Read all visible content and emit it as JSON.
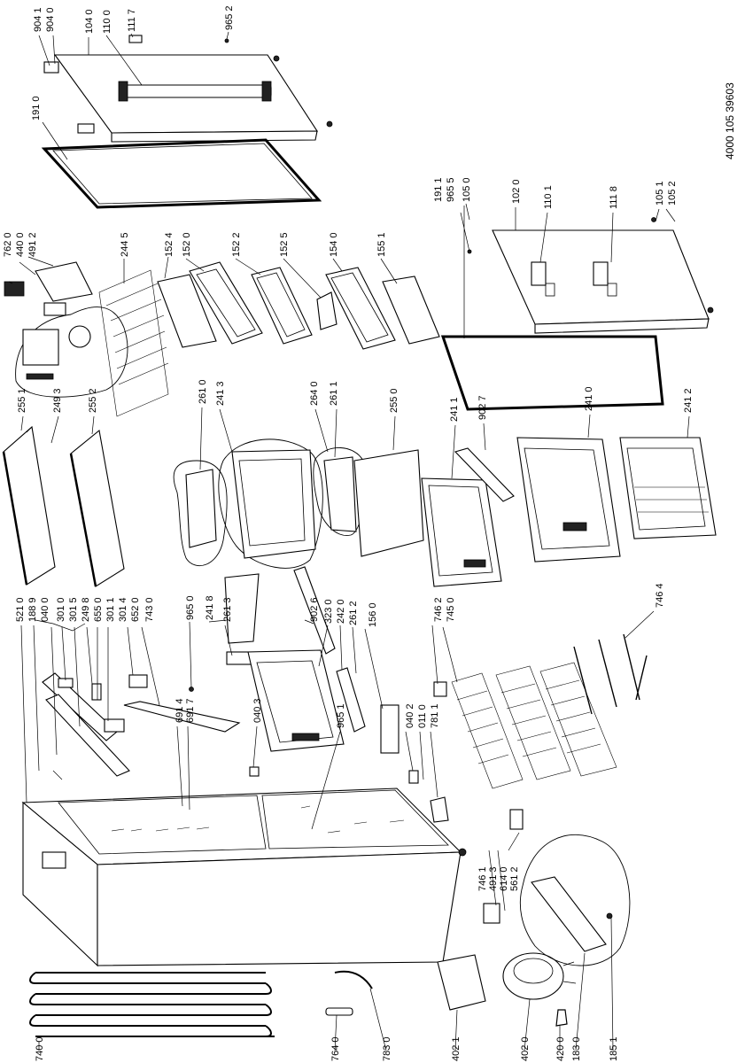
{
  "document_number": "4000 105 39603",
  "labels": {
    "l904_1": "904 1",
    "l904_0": "904 0",
    "l104_0": "104 0",
    "l110_0": "110 0",
    "l111_7": "111 7",
    "l965_2": "965 2",
    "l191_0": "191 0",
    "l762_0": "762 0",
    "l440_0": "440 0",
    "l491_2": "491 2",
    "l244_5": "244 5",
    "l152_4": "152 4",
    "l152_0": "152 0",
    "l152_2": "152 2",
    "l152_5": "152 5",
    "l154_0": "154 0",
    "l155_1": "155 1",
    "l255_1": "255 1",
    "l249_3": "249 3",
    "l255_2": "255 2",
    "l261_0": "261 0",
    "l241_3": "241 3",
    "l264_0": "264 0",
    "l261_1": "261 1",
    "l255_0": "255 0",
    "l241_1": "241 1",
    "l902_7": "902 7",
    "l241_0": "241 0",
    "l241_2": "241 2",
    "l191_1": "191 1",
    "l965_5": "965 5",
    "l105_0": "105 0",
    "l102_0": "102 0",
    "l110_1": "110 1",
    "l111_8": "111 8",
    "l105_1": "105 1",
    "l105_2": "105 2",
    "l521_0": "521 0",
    "l188_9": "188 9",
    "l040_0": "040 0",
    "l301_0": "301 0",
    "l301_5": "301 5",
    "l249_8": "249 8",
    "l655_0": "655 0",
    "l301_1": "301 1",
    "l301_4": "301 4",
    "l652_0": "652 0",
    "l743_0": "743 0",
    "l965_0": "965 0",
    "l241_8": "241 8",
    "l261_3": "261 3",
    "l902_6": "902 6",
    "l323_0": "323 0",
    "l242_0": "242 0",
    "l261_2": "261 2",
    "l156_0": "156 0",
    "l746_2": "746 2",
    "l745_0": "745 0",
    "l746_4": "746 4",
    "l691_4": "691 4",
    "l691_7": "691 7",
    "l040_3": "040 3",
    "l965_1": "965 1",
    "l040_2": "040 2",
    "l011_0": "011 0",
    "l781_1": "781 1",
    "l746_1": "746 1",
    "l491_3": "491 3",
    "l614_0": "614 0",
    "l561_2": "561 2",
    "l740_0": "740 0",
    "l764_0": "764 0",
    "l783_0": "783 0",
    "l402_1": "402 1",
    "l402_0": "402 0",
    "l420_0": "420 0",
    "l183_0": "183 0",
    "l185_1": "185 1"
  }
}
